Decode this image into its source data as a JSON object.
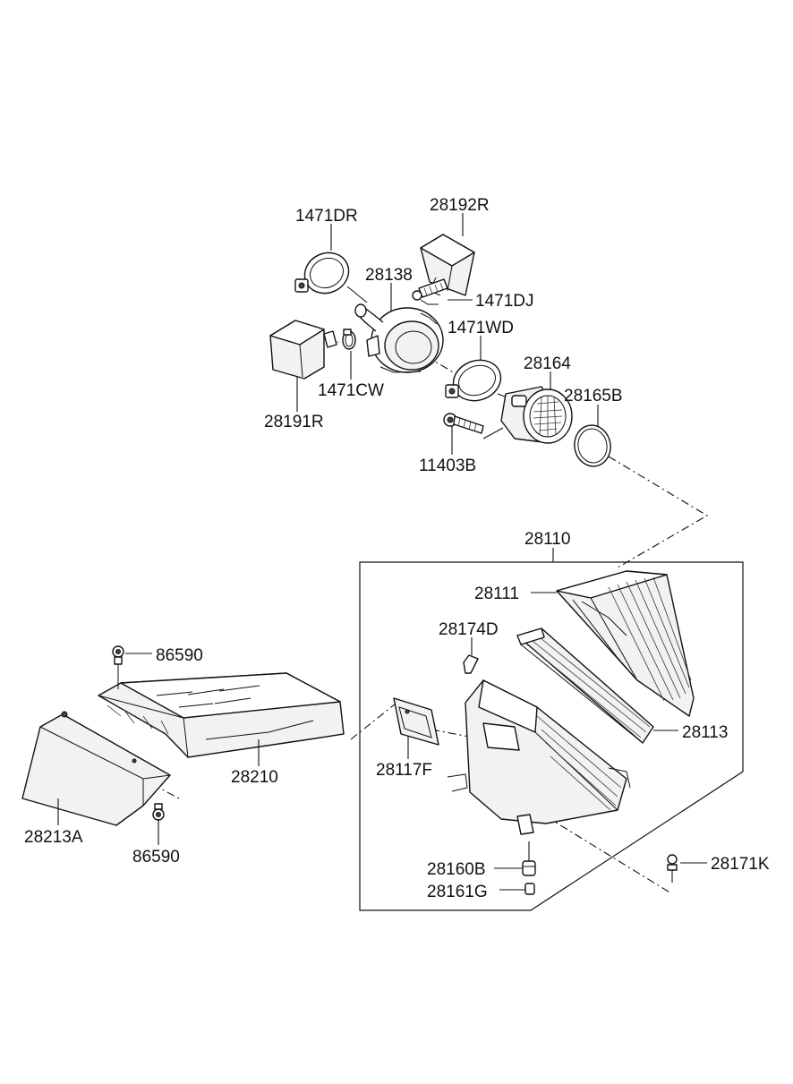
{
  "labels": {
    "p1471DR": "1471DR",
    "p28192R": "28192R",
    "p28138": "28138",
    "p1471DJ": "1471DJ",
    "p1471WD": "1471WD",
    "p28191R": "28191R",
    "p1471CW": "1471CW",
    "p28164": "28164",
    "p28165B": "28165B",
    "p11403B": "11403B",
    "p28110": "28110",
    "p28111": "28111",
    "p28174D": "28174D",
    "p28113": "28113",
    "p28117F": "28117F",
    "p28160B": "28160B",
    "p28161G": "28161G",
    "p28171K": "28171K",
    "p86590a": "86590",
    "p86590b": "86590",
    "p28210": "28210",
    "p28213A": "28213A"
  }
}
